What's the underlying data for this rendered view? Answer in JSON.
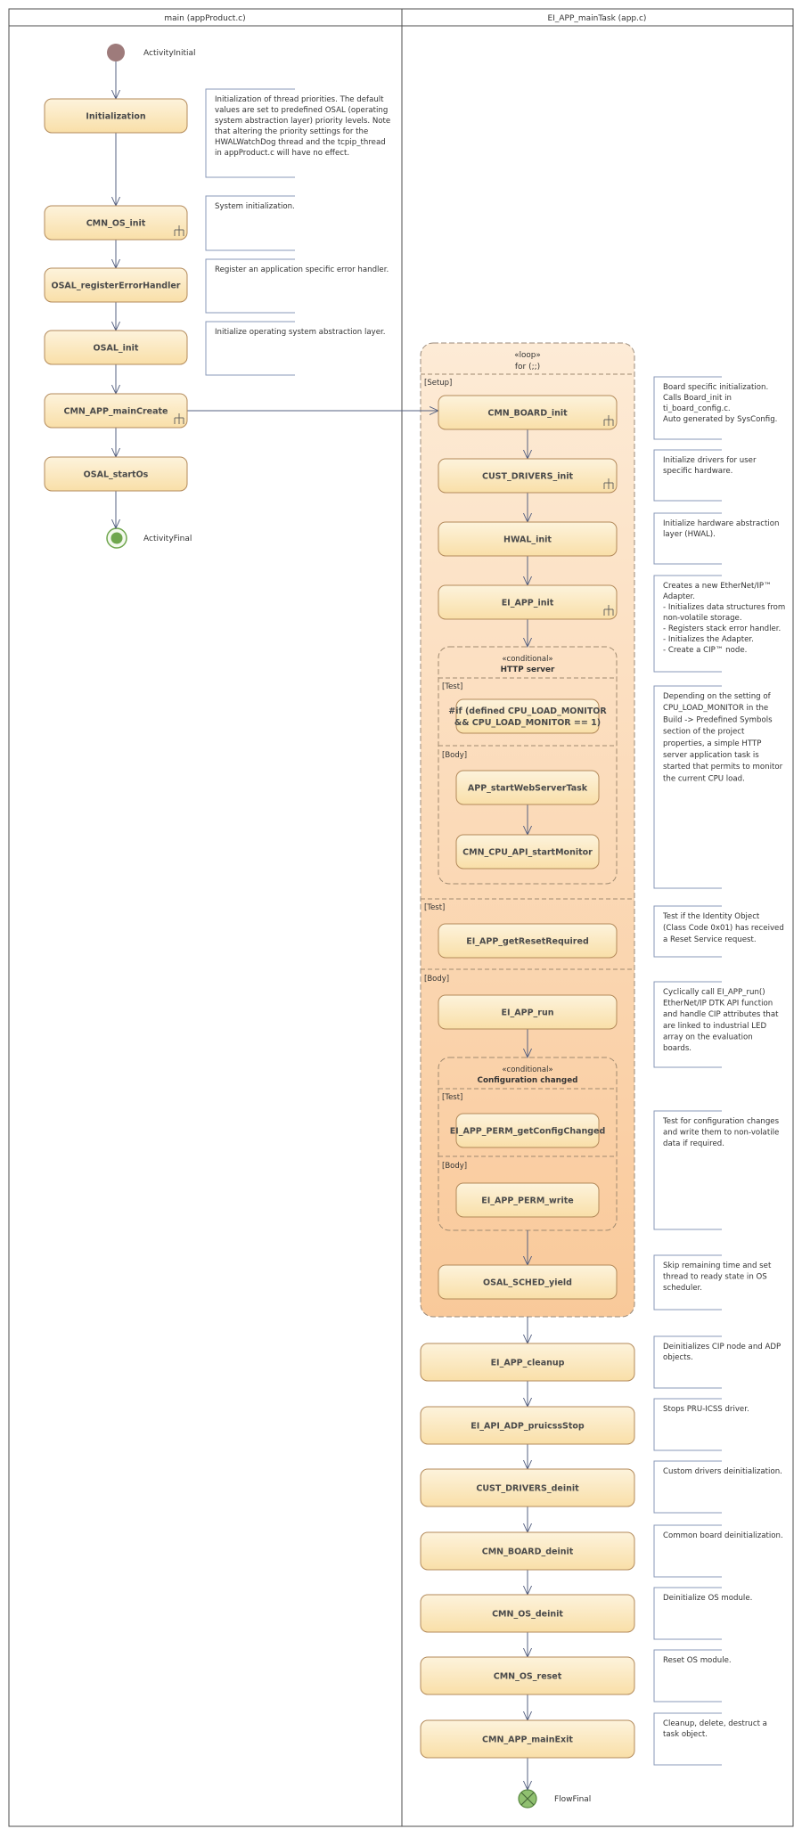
{
  "lanes": {
    "left_title": "main (appProduct.c)",
    "right_title": "EI_APP_mainTask (app.c)"
  },
  "initial_label": "ActivityInitial",
  "final_label": "ActivityFinal",
  "flow_final_label": "FlowFinal",
  "left_actions": [
    "Initialization",
    "CMN_OS_init",
    "OSAL_registerErrorHandler",
    "OSAL_init",
    "CMN_APP_mainCreate",
    "OSAL_startOs"
  ],
  "left_notes": [
    [
      "Initialization of thread priorities. The default",
      "values are set to predefined OSAL (operating",
      "system abstraction layer) priority levels. Note",
      "that altering the priority settings for the",
      "HWALWatchDog thread and the tcpip_thread",
      "in appProduct.c will have no effect."
    ],
    [
      "System initialization."
    ],
    [
      "Register an application specific error handler."
    ],
    [
      "Initialize operating system abstraction layer."
    ]
  ],
  "loop": {
    "stereotype": "«loop»",
    "title": "for (;;)",
    "setup_label": "[Setup]",
    "test_label": "[Test]",
    "body_label": "[Body]"
  },
  "setup_actions": [
    "CMN_BOARD_init",
    "CUST_DRIVERS_init",
    "HWAL_init",
    "EI_APP_init"
  ],
  "http": {
    "stereotype": "«conditional»",
    "title": "HTTP server",
    "test_label": "[Test]",
    "body_label": "[Body]",
    "condition": [
      "#if (defined CPU_LOAD_MONITOR",
      "&&  CPU_LOAD_MONITOR == 1)"
    ],
    "body_actions": [
      "APP_startWebServerTask",
      "CMN_CPU_API_startMonitor"
    ]
  },
  "loop_test_action": "EI_APP_getResetRequired",
  "loop_body_action": "EI_APP_run",
  "config": {
    "stereotype": "«conditional»",
    "title": "Configuration changed",
    "test_label": "[Test]",
    "body_label": "[Body]",
    "test_action": "EI_APP_PERM_getConfigChanged",
    "body_action": "EI_APP_PERM_write"
  },
  "yield_action": "OSAL_SCHED_yield",
  "right_notes": [
    [
      "Board specific initialization.",
      "Calls Board_init in",
      "ti_board_config.c.",
      "Auto generated by SysConfig."
    ],
    [
      "Initialize drivers for user",
      "specific hardware."
    ],
    [
      "Initialize hardware abstraction",
      "layer (HWAL)."
    ],
    [
      "Creates a new EtherNet/IP™",
      "Adapter.",
      "- Initializes data structures from",
      "non-volatile storage.",
      "- Registers stack error handler.",
      "- Initializes the Adapter.",
      "- Create a CIP™ node."
    ],
    [
      "Depending on the setting of",
      "CPU_LOAD_MONITOR in the",
      "Build -> Predefined Symbols",
      "section of the project",
      "properties, a simple HTTP",
      "server application task is",
      "started that permits to monitor",
      "the current CPU load."
    ],
    [
      "Test if the Identity Object",
      "(Class Code 0x01) has received",
      "a Reset Service request."
    ],
    [
      "Cyclically call EI_APP_run()",
      "EtherNet/IP DTK API function",
      "and handle CIP attributes that",
      "are linked to industrial LED",
      "array on the evaluation",
      "boards."
    ],
    [
      "Test for configuration changes",
      "and write them to non-volatile",
      "data if required."
    ],
    [
      "Skip remaining time and set",
      "thread to ready state in OS",
      "scheduler."
    ]
  ],
  "cleanup_actions": [
    "EI_APP_cleanup",
    "EI_API_ADP_pruicssStop",
    "CUST_DRIVERS_deinit",
    "CMN_BOARD_deinit",
    "CMN_OS_deinit",
    "CMN_OS_reset",
    "CMN_APP_mainExit"
  ],
  "cleanup_notes": [
    [
      "Deinitializes CIP node and ADP",
      "objects."
    ],
    [
      "Stops PRU-ICSS driver."
    ],
    [
      "Custom drivers deinitialization."
    ],
    [
      "Common board deinitialization."
    ],
    [
      "Deinitialize OS module."
    ],
    [
      "Reset OS module."
    ],
    [
      "Cleanup, delete, destruct a",
      "task object."
    ]
  ],
  "colors": {
    "action_fill_top": "#fdf3dc",
    "action_fill_bottom": "#f9dfa8",
    "action_stroke": "#b38a5a",
    "loop_fill_top": "#fdebd6",
    "loop_fill_bottom": "#f9c99a",
    "loop_stroke": "#9a8a7a",
    "inner_stroke": "#a08a70",
    "edge": "#556080",
    "lane_border": "#4d4d4d",
    "initial_node": "#9e7b7b",
    "final_node": "#6fa64e",
    "flow_final": "#90c070",
    "note_border": "#8a9ab8"
  }
}
